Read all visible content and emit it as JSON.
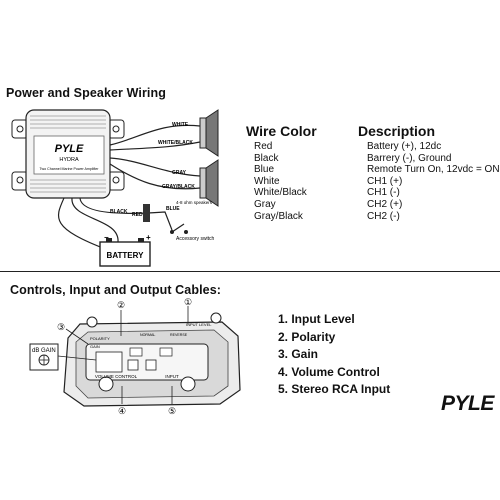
{
  "wiring_section": {
    "title": "Power and Speaker Wiring",
    "amp_brand": "PYLE",
    "amp_model": "HYDRA",
    "amp_subtitle": "Two Channel Marine Power Amplifier",
    "wire_labels": {
      "white": "WHITE",
      "white_black": "WHITE/BLACK",
      "gray": "GRAY",
      "gray_black": "GRAY/BLACK",
      "black": "BLACK",
      "red": "RED",
      "blue": "BLUE"
    },
    "speakers_caption": "4-8 ohm speakers",
    "accessory_caption": "Accessory switch",
    "battery_label": "BATTERY",
    "battery_minus": "−",
    "battery_plus": "+"
  },
  "wire_table": {
    "headers": {
      "color": "Wire Color",
      "description": "Description"
    },
    "rows": [
      {
        "color": "Red",
        "description": "Battery (+), 12dc"
      },
      {
        "color": "Black",
        "description": "Barrery (-), Ground"
      },
      {
        "color": "Blue",
        "description": "Remote Turn On, 12vdc = ON"
      },
      {
        "color": "White",
        "description": "CH1 (+)"
      },
      {
        "color": "White/Black",
        "description": "CH1 (-)"
      },
      {
        "color": "Gray",
        "description": "CH2 (+)"
      },
      {
        "color": "Gray/Black",
        "description": "CH2 (-)"
      }
    ]
  },
  "controls_section": {
    "title": "Controls, Input and Output Cables:",
    "callouts": [
      "①",
      "②",
      "③",
      "④",
      "⑤"
    ],
    "panel_labels": {
      "dbgain": "dB GAIN",
      "polarity": "POLARITY",
      "gain": "GAIN",
      "normal": "NORMAL",
      "reverse": "REVERSE",
      "input_level": "INPUT LEVEL",
      "volume_control": "VOLUME CONTROL",
      "input": "INPUT"
    },
    "items": [
      "1. Input Level",
      "2. Polarity",
      "3. Gain",
      "4. Volume Control",
      "5. Stereo RCA Input"
    ]
  },
  "brand_logo": "PYLE"
}
